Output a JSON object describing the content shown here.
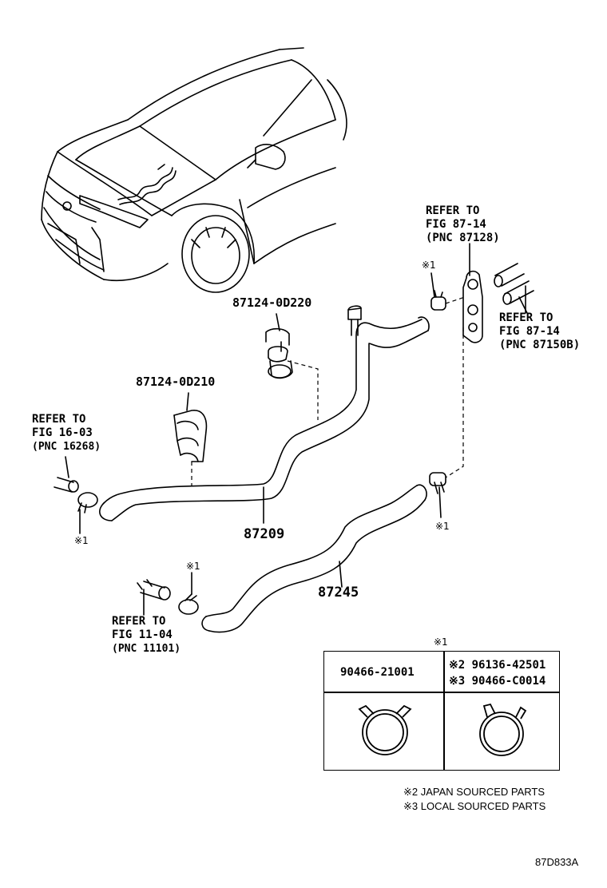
{
  "callouts": {
    "refer_87128": [
      "REFER TO",
      "FIG 87-14",
      "(PNC 87128)"
    ],
    "refer_87150b": [
      "REFER TO",
      "FIG 87-14",
      "(PNC 87150B)"
    ],
    "refer_16268": [
      "REFER TO",
      "FIG 16-03",
      "(PNC 16268)"
    ],
    "refer_11101": [
      "REFER TO",
      "FIG 11-04",
      "(PNC 11101)"
    ]
  },
  "parts": {
    "clamp_upper": "87124-0D220",
    "clamp_lower": "87124-0D210",
    "hose_upper": "87209",
    "hose_lower": "87245"
  },
  "clip_mark": "※1",
  "legend": {
    "header": "※1",
    "left_part": "90466-21001",
    "right_part_japan": "※2 96136-42501",
    "right_part_local": "※3 90466-C0014"
  },
  "notes": {
    "japan": "※2 JAPAN SOURCED PARTS",
    "local": "※3 LOCAL SOURCED PARTS"
  },
  "figure_id": "87D833A"
}
